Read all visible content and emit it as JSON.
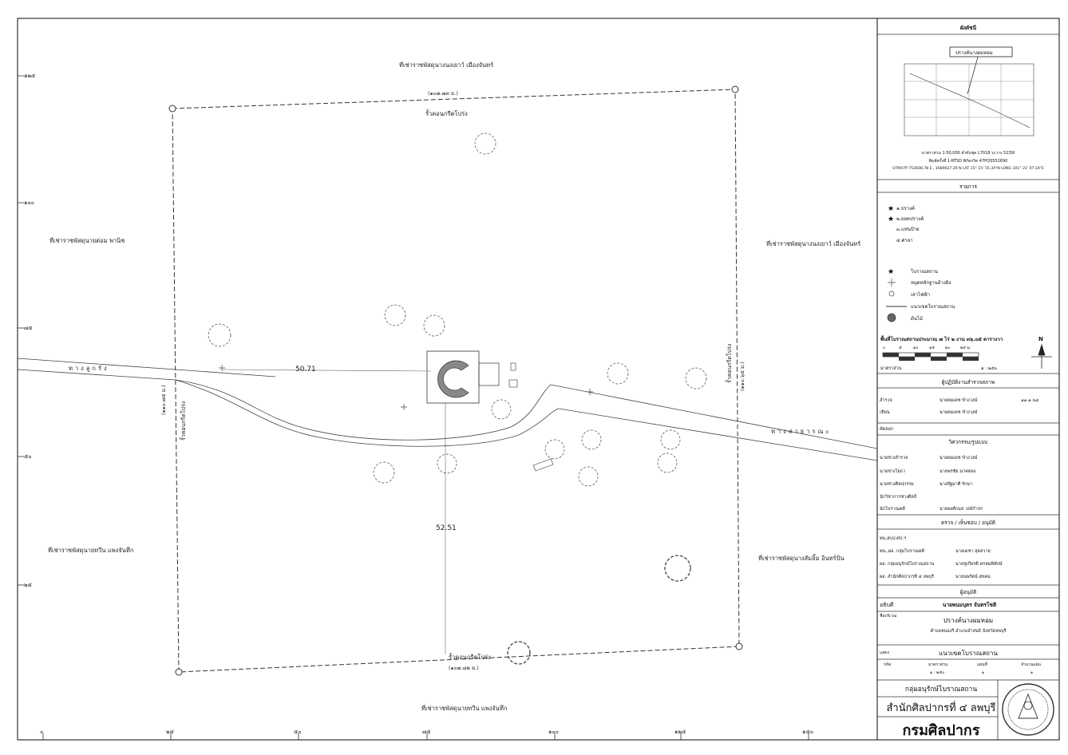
{
  "map": {
    "border_labels": {
      "top": "ที่เช่าราชพัสดุนางนงเยาว์ เมืองจันทร์",
      "left": "ที่เช่าราชพัสดุนายต่อม พานิช",
      "right_upper": "ที่เช่าราชพัสดุนางนงเยาว์ เมืองจันทร์",
      "right_lower": "ที่เช่าราชพัสดุนางสัมลิ้ม อินทร์ปั่น",
      "left_lower": "ที่เช่าราชพัสดุนายทวีน แพงจันทึก",
      "bottom": "ที่เช่าราชพัสดุนายทวีน แพงจันทึก"
    },
    "fence_top": "รั้วคอนกรีตโปร่ง",
    "fence_top_len": "(๑๐๗.๗๓ ม.)",
    "fence_bottom": "รั้วคอนกรีตโปร่ง",
    "fence_bottom_len": "(๑๐๗.๘๒ ม.)",
    "fence_left": "รั้วคอนกรีตโปร่ง",
    "fence_left_len": "(๑๑๐.๗๕ ม.)",
    "fence_right": "รั้วคอนกรีตโปร่ง",
    "fence_right_len": "(๑๑๐.๖๕ ม.)",
    "road_left": "ทางลูกรัง",
    "road_right": "ทางสาธารณะ",
    "dist_horizontal": "50.71",
    "dist_vertical": "52.51",
    "y_ticks": [
      "๑๒๕",
      "๑๐๐",
      "๗๕",
      "๕๐",
      "๒๕"
    ],
    "x_ticks": [
      "๐",
      "๒๕",
      "๕๐",
      "๗๕",
      "๑๐๐",
      "๑๒๕",
      "๑๕๐"
    ]
  },
  "titleblock": {
    "index_title": "ผังดัชนี",
    "index_callout": "ปรางค์นางผมหอม",
    "index_scale": "มาตราส่วน 1:50,000 ลำดับชุด L7018 ระวาง 5239I",
    "index_edition": "พิมพ์ครั้งที่ 1-RTSD พิกัดกริด 47PQS552690",
    "index_coords": "UTM47P 752608.78 E , 1689027.26 N  LAT 15° 15' 55.34\"N  LONG 101° 21' 07.24\"E",
    "legend_title": "รายการ",
    "legend_items": [
      "๑.ปรางค์",
      "๒.ยอดปรางค์",
      "๓.แท่นป้าย",
      "๔.ศาลา"
    ],
    "symbols": [
      "โบราณสถาน",
      "หมุดหลักฐานอ้างอิง",
      "เสาไฟฟ้า",
      "แนวเขตโบราณสถาน",
      "ต้นไม้"
    ],
    "area_text": "พื้นที่โบราณสถานประมาณ ๗ ไร่ ๒ งาน ๓๖.๐๕ ตารางวา",
    "scale_numbers": [
      "๐",
      "๕",
      "๑๐",
      "๑๕",
      "๒๐",
      "๒๕ ม."
    ],
    "scale_label": "มาตราส่วน",
    "scale_value": "๑ : ๒๕๐",
    "north": "N",
    "survey_title": "ผู้ปฏิบัติงานสำรวจสภาพ",
    "survey_rows": [
      {
        "role": "สำรวจ",
        "name": "นายคมเดช ข้างวงษ์"
      },
      {
        "role": "เขียน",
        "name": "นายคมเดช ข้างวงษ์"
      },
      {
        "role": "คัดลอก",
        "name": ""
      }
    ],
    "survey_date": "๑๑.๑.๖๘",
    "design_title": "วิศวกรรม/รูปแบบ",
    "design_rows": [
      {
        "role": "นายช่างสำรวจ",
        "name": "นายคมเดช ข้างวงษ์"
      },
      {
        "role": "นายช่างโยธา",
        "name": "นายพรชัย นาคทอง"
      },
      {
        "role": "นายช่างศิลปกรรม",
        "name": "นางปัฐมาศี รักษา"
      },
      {
        "role": "นักวิชาการช่างศิลป์",
        "name": ""
      },
      {
        "role": "นักโบราณคดี",
        "name": "นายพงศ์กมล วงษ์กำจร"
      }
    ],
    "check_title": "ตรวจ / เห็นชอบ / อนุมัติ",
    "check_rows": [
      {
        "role": "ทน.สบป.ศป.ฯ",
        "name": ""
      },
      {
        "role": "ทน.,ผอ. กลุ่มโบราณคดี",
        "name": "นายเดชา สุดสวาย"
      },
      {
        "role": "ผอ. กลุ่มอนุรักษ์โบราณสถาน",
        "name": "นายชูเกียรติ พรหมพิทักษ์"
      },
      {
        "role": "ผอ. สำนักศิลปากรที่ ๔ ลพบุรี",
        "name": "นายนพรัตน์ สุขคม"
      }
    ],
    "approve_title": "ผู้อนุมัติ",
    "approve_role": "อธิบดี",
    "approve_name": "นายพนมบุตร จันทรโชติ",
    "project_label": "ชื่อบริเวณ",
    "project_name": "ปรางค์นางผมหอม",
    "project_location": "ตำบลหนองรี อำเภอลำสนธิ จังหวัดลพบุรี",
    "sheet_label": "แสดง",
    "sheet_title": "แนวเขตโบราณสถาน",
    "code_label": "รหัส",
    "code_scale_label": "มาตราส่วน",
    "code_scale": "๑ : ๒๕๐",
    "code_sheet_label": "แผ่นที่",
    "code_sheet": "๑",
    "code_total_label": "จำนวนแผ่น",
    "code_total": "๑",
    "division": "กลุ่มอนุรักษ์โบราณสถาน",
    "office": "สำนักศิลปากรที่ ๔ ลพบุรี",
    "department": "กรมศิลปากร"
  },
  "colors": {
    "line": "#333333",
    "tree": "#444444",
    "prang": "#777777"
  }
}
